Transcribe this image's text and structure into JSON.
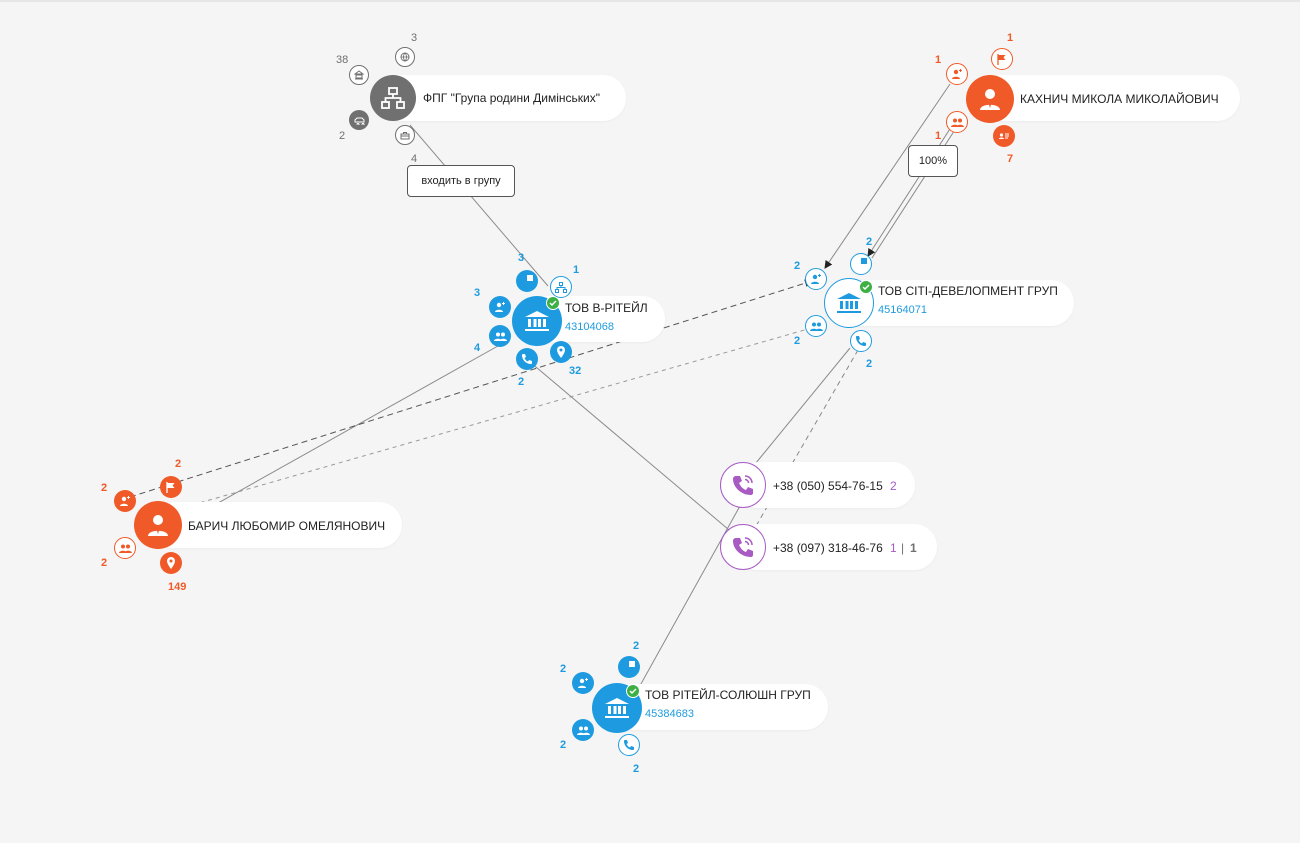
{
  "colors": {
    "company": "#1e9be0",
    "person": "#f05a28",
    "group": "#707070",
    "phone": "#a75bc3",
    "verified": "#3cb043"
  },
  "edge_labels": {
    "group_membership": "входить в групу",
    "share": "100%"
  },
  "group": {
    "name": "ФПГ \"Група родини Димінських\"",
    "icon": "hierarchy-icon",
    "counts": {
      "top": "3",
      "top_left": "38",
      "bottom_left": "2",
      "bottom": "4"
    }
  },
  "company_vr": {
    "name": "ТОВ В-РІТЕЙЛ",
    "code": "43104068",
    "counts": {
      "stats": "3",
      "hierarchy": "1",
      "add_person": "3",
      "people": "4",
      "phone": "2",
      "location": "32"
    }
  },
  "company_sd": {
    "name": "ТОВ СІТІ-ДЕВЕЛОПМЕНТ ГРУП",
    "code": "45164071",
    "counts": {
      "stats": "2",
      "add_person": "2",
      "people": "2",
      "phone": "2"
    }
  },
  "company_rs": {
    "name": "ТОВ РІТЕЙЛ-СОЛЮШН ГРУП",
    "code": "45384683",
    "counts": {
      "stats": "2",
      "add_person": "2",
      "people": "2",
      "phone": "2"
    }
  },
  "person_k": {
    "name": "КАХНИЧ МИКОЛА МИКОЛАЙОВИЧ",
    "counts": {
      "add_person": "1",
      "flag": "1",
      "people": "1",
      "card": "7"
    }
  },
  "person_b": {
    "name": "БАРИЧ ЛЮБОМИР ОМЕЛЯНОВИЧ",
    "counts": {
      "add_person": "2",
      "flag": "2",
      "people": "2",
      "location": "149"
    }
  },
  "phone1": {
    "number": "+38 (050) 554-76-15",
    "count": "2"
  },
  "phone2": {
    "number": "+38 (097) 318-46-76",
    "count_a": "1",
    "separator": "|",
    "count_b": "1"
  }
}
